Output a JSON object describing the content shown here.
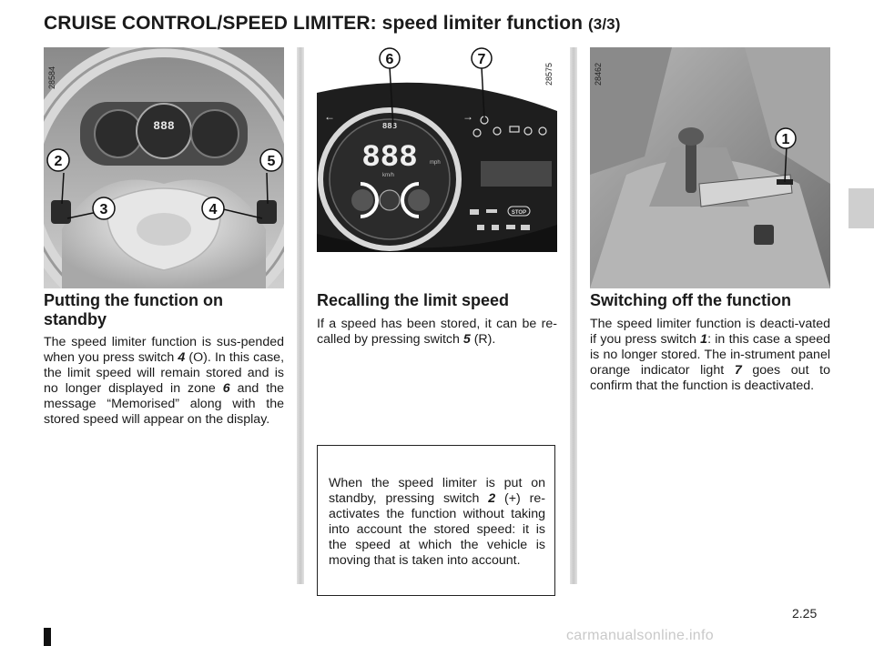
{
  "header": {
    "title": "CRUISE CONTROL/SPEED LIMITER: speed limiter function",
    "page_suffix": "(3/3)"
  },
  "figures": {
    "left": {
      "ref": "28584",
      "callouts": [
        "2",
        "5",
        "3",
        "4"
      ],
      "display": "888"
    },
    "center": {
      "ref": "28575",
      "callouts": [
        "6",
        "7"
      ],
      "display": "888",
      "unit": "mph",
      "sub_unit": "km/h",
      "small_display": "888",
      "stop_label": "STOP"
    },
    "right": {
      "ref": "28462",
      "callouts": [
        "1"
      ]
    }
  },
  "sections": {
    "standby": {
      "heading": "Putting the function on standby",
      "text_parts": [
        "The speed limiter function is sus-pended when you press switch ",
        "4",
        " (O). In this case, the limit speed will remain stored and is no longer displayed in zone ",
        "6",
        " and the message “Memorised” along with the stored speed will appear on the display."
      ]
    },
    "recall": {
      "heading": "Recalling the limit speed",
      "text_parts": [
        "If a speed has been stored, it can be re-called by pressing switch ",
        "5",
        " (R)."
      ]
    },
    "switch_off": {
      "heading": "Switching off the function",
      "text_parts": [
        "The speed limiter function is deacti-vated if you press switch ",
        "1",
        ": in this case a speed is no longer stored. The in-strument panel orange indicator light ",
        "7",
        " goes out to confirm that the function is deactivated."
      ]
    }
  },
  "note": {
    "text_parts": [
      "When the speed limiter is put on standby, pressing switch ",
      "2",
      " (+) re-activates the function without taking into account the stored speed: it is the speed at which the vehicle is moving that is taken into account."
    ]
  },
  "footer": {
    "page_number": "2.25",
    "watermark": "carmanualsonline.info"
  }
}
